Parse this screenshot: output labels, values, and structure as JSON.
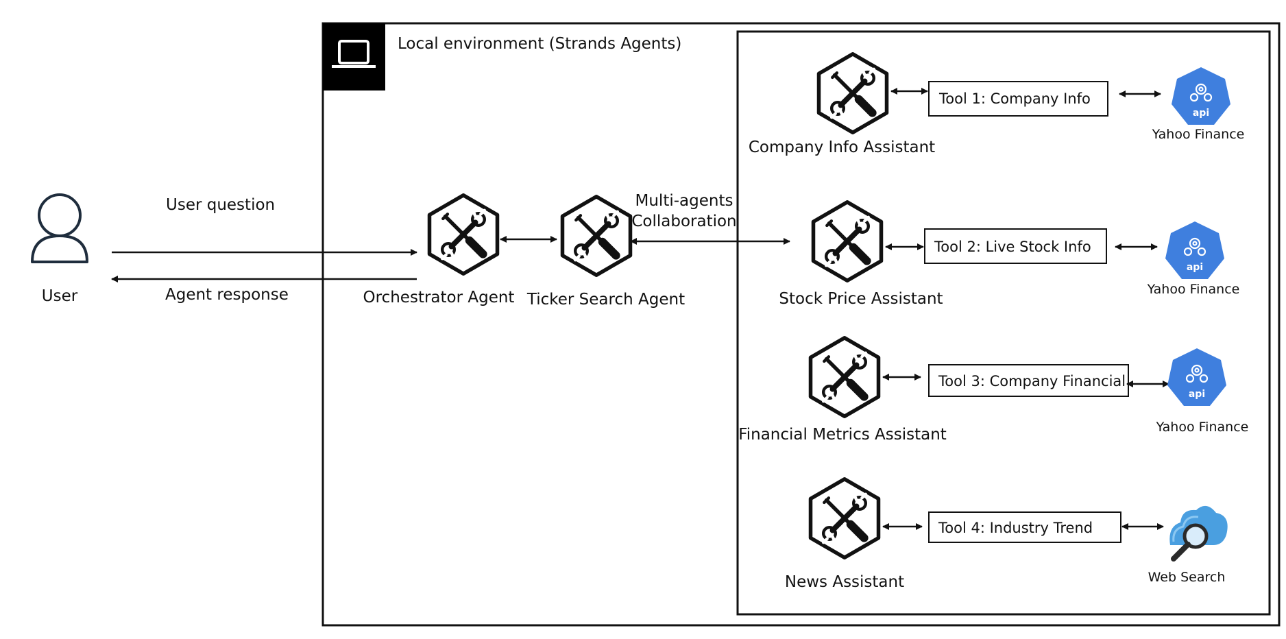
{
  "user": {
    "label": "User"
  },
  "flow": {
    "question": "User question",
    "response": "Agent response"
  },
  "environment": {
    "title": "Local environment (Strands Agents)"
  },
  "agents": {
    "orchestrator": "Orchestrator Agent",
    "ticker": "Ticker Search Agent",
    "collaboration": [
      "Multi-agents",
      "Collaboration"
    ]
  },
  "assistants": [
    {
      "name": "Company Info Assistant",
      "tool": "Tool 1: Company Info",
      "service": "Yahoo Finance",
      "service_icon": "api-icon"
    },
    {
      "name": "Stock Price Assistant",
      "tool": "Tool 2: Live Stock Info",
      "service": "Yahoo Finance",
      "service_icon": "api-icon"
    },
    {
      "name": "Financial Metrics Assistant",
      "tool": "Tool 3: Company Financial",
      "service": "Yahoo Finance",
      "service_icon": "api-icon"
    },
    {
      "name": "News Assistant",
      "tool": "Tool 4: Industry Trend",
      "service": "Web Search",
      "service_icon": "web-search-icon"
    }
  ],
  "icons": {
    "api_text": "api"
  },
  "colors": {
    "stroke": "#111111",
    "api_blue": "#3F7FDE",
    "cloud_blue": "#4A9FE0"
  }
}
